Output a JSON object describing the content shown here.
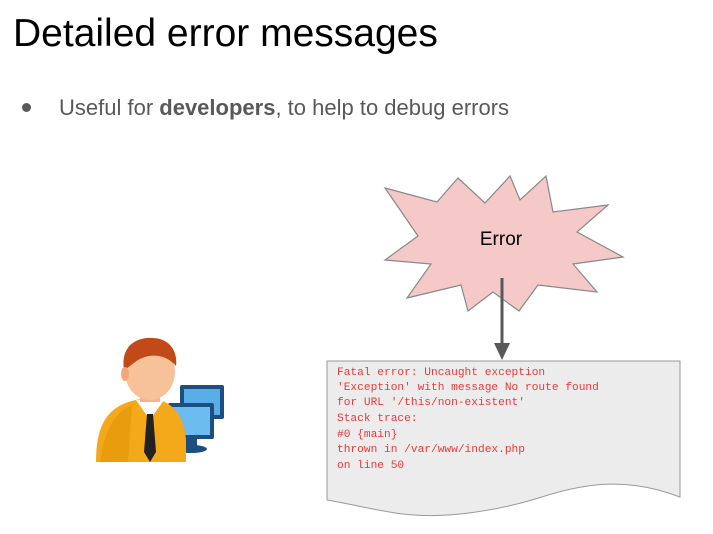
{
  "slide": {
    "title": "Detailed error messages",
    "bullet": {
      "prefix": "Useful for ",
      "bold": "developers",
      "suffix": ", to help to debug errors"
    }
  },
  "diagram": {
    "burst_label": "Error",
    "document_lines": [
      "Fatal error: Uncaught exception",
      "'Exception' with message No route found",
      "for URL '/this/non-existent'",
      "Stack trace:",
      "#0 {main}",
      "thrown in /var/www/index.php",
      "on line 50"
    ]
  },
  "icons": {
    "developer": "developer-at-computer-icon"
  },
  "colors": {
    "burst_fill": "#f6c9c9",
    "code_text": "#e83a3a",
    "document_fill": "#ececec",
    "bullet_text": "#595959"
  }
}
